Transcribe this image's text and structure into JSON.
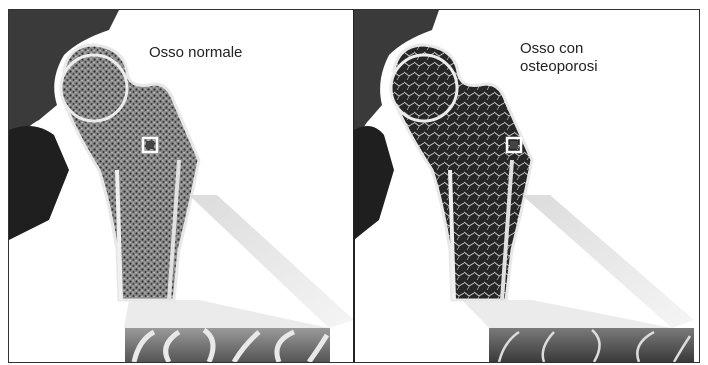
{
  "labels": {
    "normal": "Osso normale",
    "osteoporosis_line1": "Osso con",
    "osteoporosis_line2": "osteoporosi"
  },
  "colors": {
    "bone_dark": "#2a2a2a",
    "bone_mid": "#6f6f6f",
    "bone_light": "#d9d9d9",
    "background": "#ffffff"
  }
}
